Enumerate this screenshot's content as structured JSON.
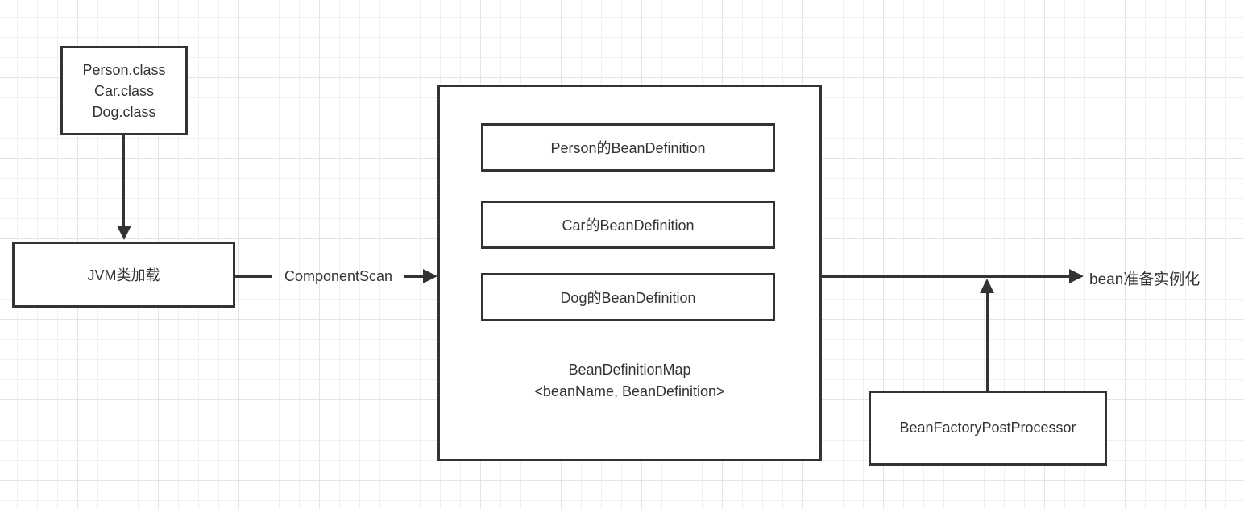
{
  "diagram": {
    "title_hint": "Spring bean definition scanning flow",
    "colors": {
      "stroke": "#333333",
      "text": "#333333",
      "canvas": "#ffffff",
      "grid_minor": "#f0f0f0",
      "grid_major": "#e4e4e4"
    },
    "nodes": {
      "class_files": {
        "lines": [
          "Person.class",
          "Car.class",
          "Dog.class"
        ]
      },
      "jvm_class_loading": {
        "label": "JVM类加载"
      },
      "bean_definition_container": {
        "items": [
          "Person的BeanDefinition",
          "Car的BeanDefinition",
          "Dog的BeanDefinition"
        ],
        "caption": [
          "BeanDefinitionMap",
          "<beanName, BeanDefinition>"
        ]
      },
      "bean_factory_post_processor": {
        "label": "BeanFactoryPostProcessor"
      }
    },
    "edges": {
      "component_scan": {
        "label": "ComponentScan"
      },
      "to_bean_instantiation": {
        "label": "bean准备实例化"
      }
    }
  }
}
